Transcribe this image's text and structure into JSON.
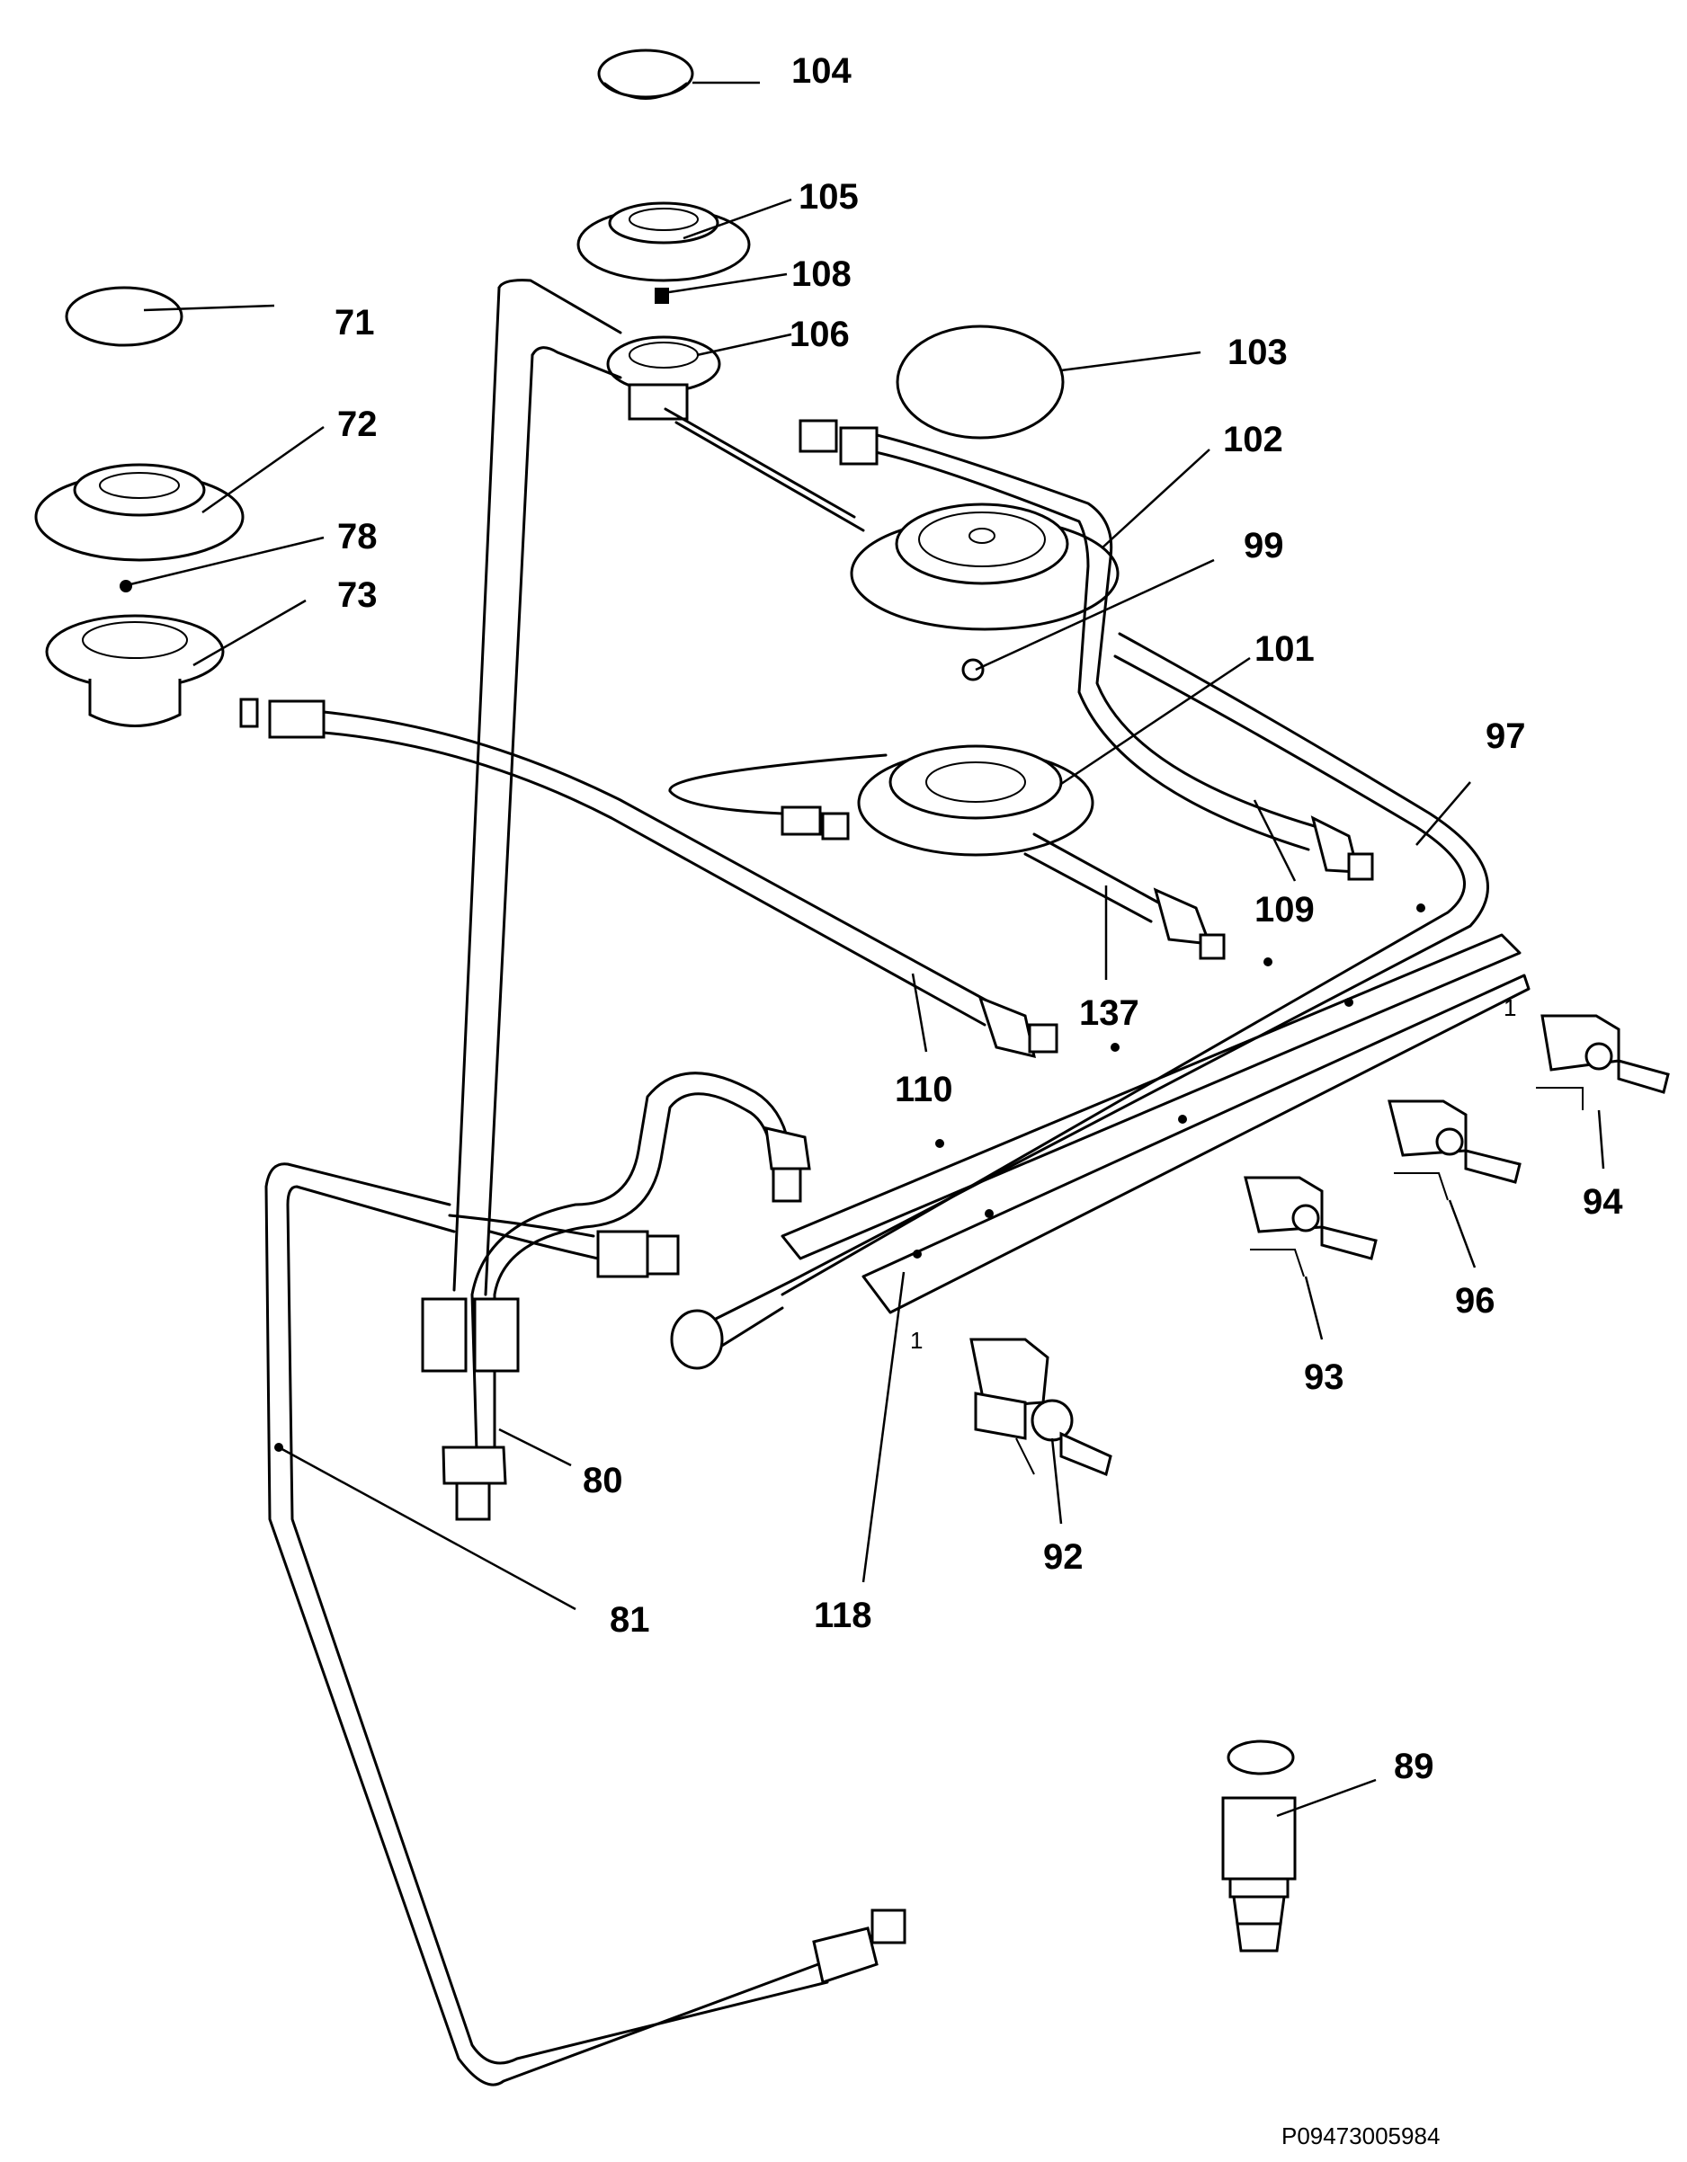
{
  "diagram": {
    "reference_code": "P09473005984",
    "callouts": [
      {
        "id": "104",
        "label": "104"
      },
      {
        "id": "105",
        "label": "105"
      },
      {
        "id": "108",
        "label": "108"
      },
      {
        "id": "106",
        "label": "106"
      },
      {
        "id": "71",
        "label": "71"
      },
      {
        "id": "103",
        "label": "103"
      },
      {
        "id": "72",
        "label": "72"
      },
      {
        "id": "102",
        "label": "102"
      },
      {
        "id": "78",
        "label": "78"
      },
      {
        "id": "73",
        "label": "73"
      },
      {
        "id": "99",
        "label": "99"
      },
      {
        "id": "101",
        "label": "101"
      },
      {
        "id": "97",
        "label": "97"
      },
      {
        "id": "109",
        "label": "109"
      },
      {
        "id": "137",
        "label": "137"
      },
      {
        "id": "110",
        "label": "110"
      },
      {
        "id": "94",
        "label": "94"
      },
      {
        "id": "96",
        "label": "96"
      },
      {
        "id": "93",
        "label": "93"
      },
      {
        "id": "80",
        "label": "80"
      },
      {
        "id": "92",
        "label": "92"
      },
      {
        "id": "81",
        "label": "81"
      },
      {
        "id": "118",
        "label": "118"
      },
      {
        "id": "89",
        "label": "89"
      }
    ]
  }
}
